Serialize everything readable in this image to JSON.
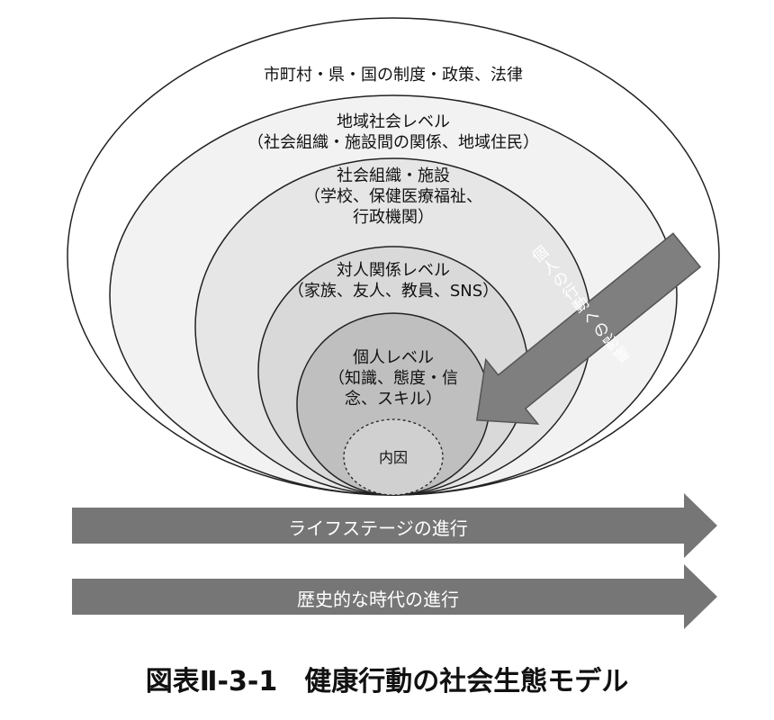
{
  "levels": {
    "policy": "市町村・県・国の制度・政策、法律",
    "community_line1": "地域社会レベル",
    "community_line2": "（社会組織・施設間の関係、地域住民）",
    "institution_line1": "社会組織・施設",
    "institution_line2": "（学校、保健医療福祉、",
    "institution_line3": "行政機関）",
    "interpersonal_line1": "対人関係レベル",
    "interpersonal_line2": "（家族、友人、教員、SNS）",
    "individual_line1": "個人レベル",
    "individual_line2": "（知識、態度・信",
    "individual_line3": "念、スキル）",
    "internal": "内因"
  },
  "influence_arrow": {
    "chars": [
      "個",
      "人",
      "の",
      "行",
      "動",
      "へ",
      "の",
      "影",
      "響"
    ]
  },
  "timeline": {
    "life_stage": "ライフステージの進行",
    "history": "歴史的な時代の進行"
  },
  "caption": "図表Ⅱ-3-1　健康行動の社会生態モデル",
  "colors": {
    "outer_fill": "#ffffff",
    "community_fill": "#f2f2f2",
    "institution_fill": "#e6e6e6",
    "interpersonal_fill": "#d9d9d9",
    "individual_fill": "#bfbfbf",
    "arrow_fill": "#7f7f7f",
    "timeline_fill": "#767676"
  }
}
